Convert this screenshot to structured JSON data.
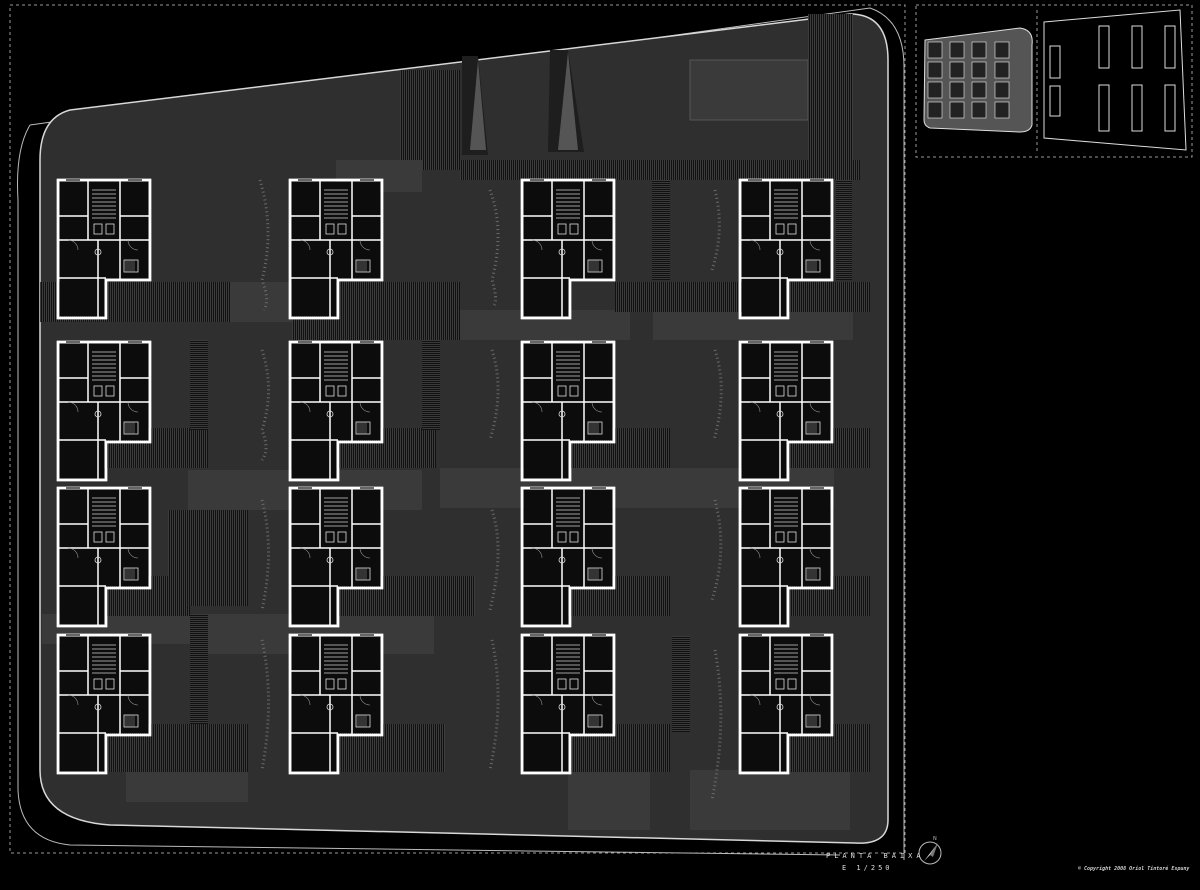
{
  "plan": {
    "title": "PLANTA BAIXA",
    "scale": "E 1/250",
    "copyright": "© Copyright 2008 Oriol Tintoré Espuny"
  },
  "colors": {
    "background": "#000000",
    "site": "#2f2f2f",
    "plaza": "#3a3a3a",
    "deck": "#1b1b1b",
    "wall": "#ffffff",
    "dashed_frame": "#9a9a9a"
  },
  "housing_grid": {
    "rows": 4,
    "columns": 4,
    "unit_count": 16
  },
  "icons": {
    "north_arrow": "north-arrow-icon",
    "key_plan": "location-key-plan"
  }
}
